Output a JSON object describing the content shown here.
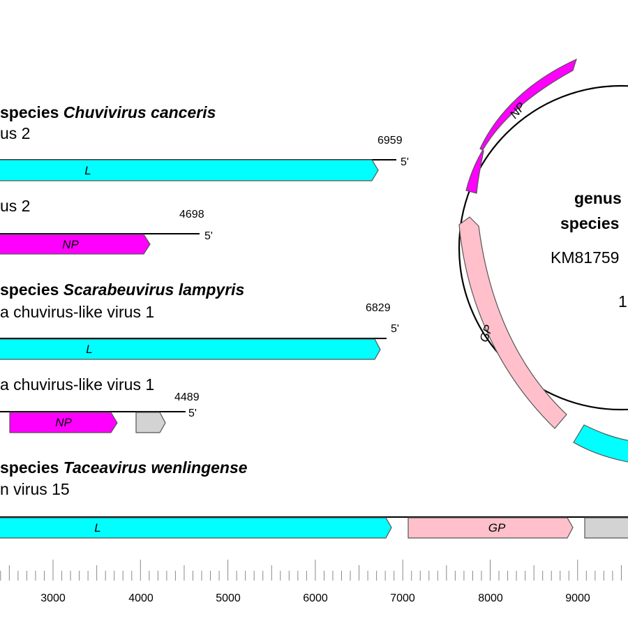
{
  "colors": {
    "L": "#00ffff",
    "NP": "#ff00ff",
    "GP": "#ffc0cb",
    "other": "#d3d3d3",
    "stroke": "#555555"
  },
  "groups": [
    {
      "prefix": "species ",
      "species": "Chuvivirus canceris"
    },
    {
      "prefix": "species ",
      "species": "Scarabeuvirus lampyris"
    },
    {
      "prefix": "species ",
      "species": "Taceavirus wenlingense"
    }
  ],
  "segments": [
    {
      "name": "us 2",
      "end_label": "6959",
      "five_prime": "5'"
    },
    {
      "name": "us 2",
      "end_label": "4698",
      "five_prime": "5'"
    },
    {
      "name": "a chuvirus-like virus 1",
      "end_label": "6829",
      "five_prime": "5'"
    },
    {
      "name": "a chuvirus-like virus 1",
      "end_label": "4489",
      "five_prime": "5'"
    },
    {
      "name": "n virus 15"
    }
  ],
  "genes": {
    "L": "L",
    "NP": "NP",
    "GP": "GP"
  },
  "circular": {
    "genus": "genus",
    "species": "species",
    "accession": "KM81759",
    "length": "1",
    "np_label": "NP",
    "gp_label": "GP"
  },
  "axis": {
    "start": 2000,
    "end": 10000,
    "major_step": 1000,
    "minor_step": 100,
    "tick_labels": [
      "3000",
      "4000",
      "5000",
      "6000",
      "7000",
      "8000",
      "9000"
    ]
  }
}
